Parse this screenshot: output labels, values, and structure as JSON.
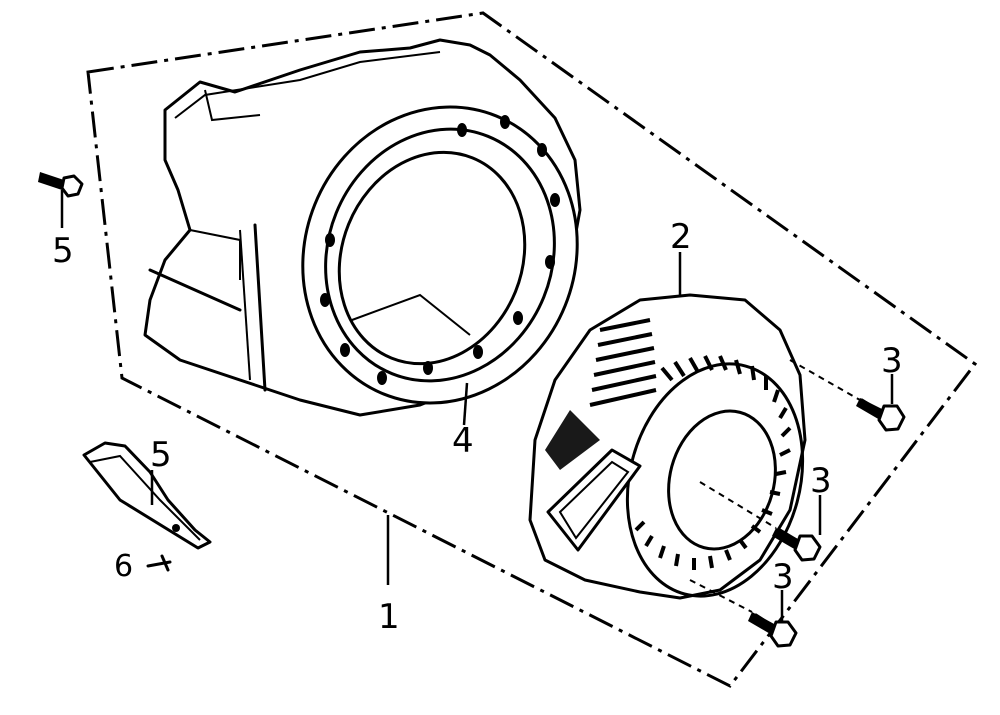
{
  "callouts": {
    "assembly": "1",
    "recoil_starter": "2",
    "bolt_upper": "3",
    "bolt_middle": "3",
    "bolt_lower": "3",
    "fan_cover": "4",
    "screw_left": "5",
    "guide_plate": "5",
    "screw_small": "6"
  }
}
